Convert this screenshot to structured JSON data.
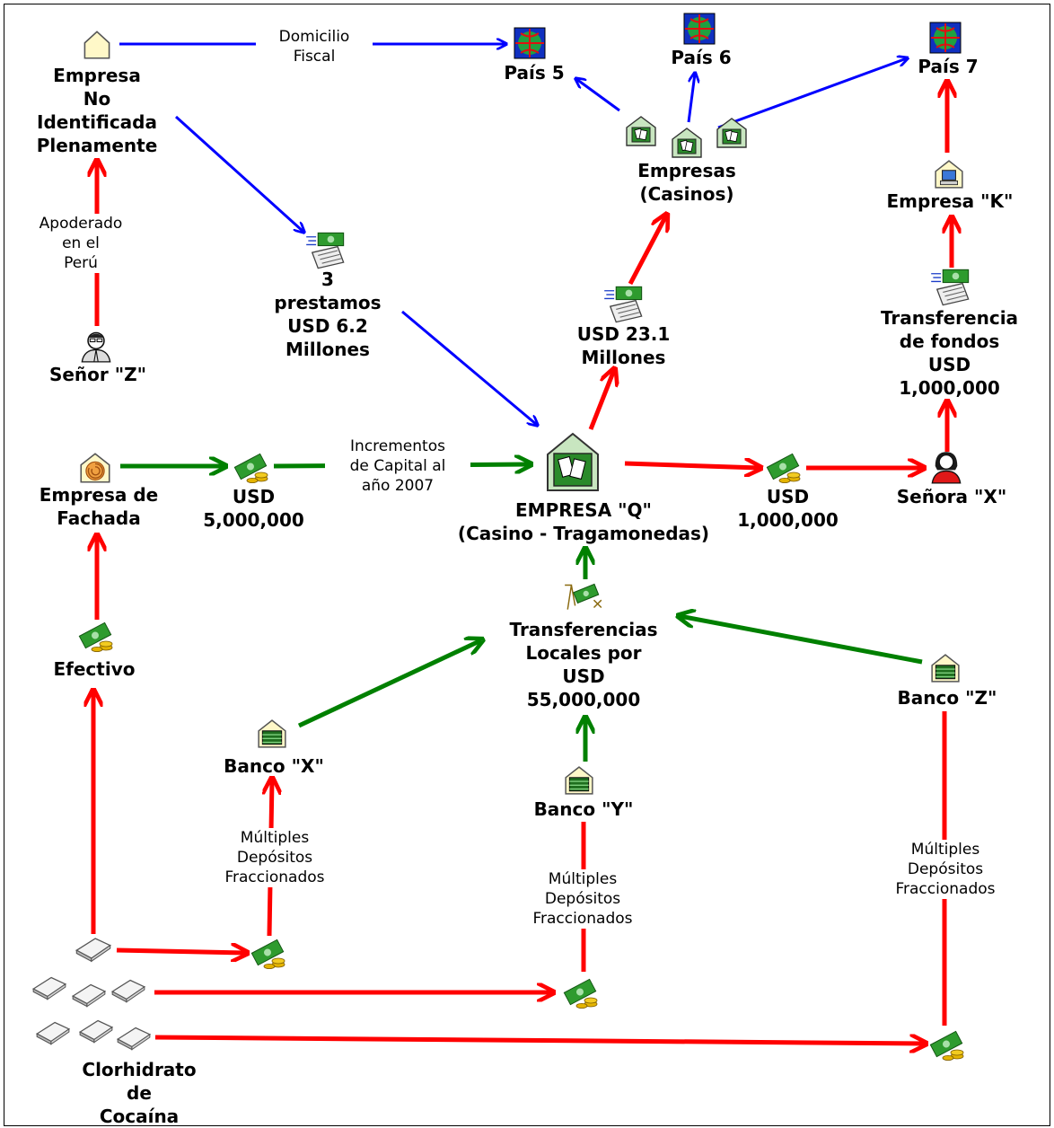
{
  "colors": {
    "red": "#ff0000",
    "blue": "#0000ff",
    "green": "#008000",
    "icon_green": "#1a9c1a",
    "money": "#2e9b2e",
    "coin": "#e4b400"
  },
  "nodes": {
    "empresa_no_identificada": [
      "Empresa",
      "No",
      "Identificada",
      "Plenamente"
    ],
    "pais5": [
      "País 5"
    ],
    "pais6": [
      "País 6"
    ],
    "pais7": [
      "País 7"
    ],
    "empresas_casinos": [
      "Empresas",
      "(Casinos)"
    ],
    "empresa_k": [
      "Empresa \"K\""
    ],
    "senor_z": [
      "Señor \"Z\""
    ],
    "prestamos": [
      "3",
      "prestamos",
      "USD 6.2",
      "Millones"
    ],
    "usd_23_1": [
      "USD 23.1",
      "Millones"
    ],
    "transferencia_fondos": [
      "Transferencia",
      "de fondos",
      "USD",
      "1,000,000"
    ],
    "empresa_fachada": [
      "Empresa de",
      "Fachada"
    ],
    "usd_5m": [
      "USD",
      "5,000,000"
    ],
    "empresa_q": [
      "EMPRESA \"Q\"",
      "(Casino - Tragamonedas)"
    ],
    "usd_1m": [
      "USD",
      "1,000,000"
    ],
    "senora_x": [
      "Señora \"X\""
    ],
    "efectivo": [
      "Efectivo"
    ],
    "transferencias_locales": [
      "Transferencias",
      "Locales por",
      "USD",
      "55,000,000"
    ],
    "banco_z": [
      "Banco \"Z\""
    ],
    "banco_x": [
      "Banco \"X\""
    ],
    "banco_y": [
      "Banco \"Y\""
    ],
    "clorhidrato": [
      "Clorhidrato",
      "de",
      "Cocaína"
    ]
  },
  "edge_labels": {
    "domicilio_fiscal": [
      "Domicilio",
      "Fiscal"
    ],
    "apoderado": [
      "Apoderado",
      "en el",
      "Perú"
    ],
    "incrementos": [
      "Incrementos",
      "de Capital al",
      "año 2007"
    ],
    "depositos_x": [
      "Múltiples",
      "Depósitos",
      "Fraccionados"
    ],
    "depositos_y": [
      "Múltiples",
      "Depósitos",
      "Fraccionados"
    ],
    "depositos_z": [
      "Múltiples",
      "Depósitos",
      "Fraccionados"
    ]
  },
  "icons": {
    "house": "house-icon",
    "globe": "globe-map-icon",
    "casino": "casino-building-icon",
    "computer": "computer-building-icon",
    "wire": "wire-transfer-icon",
    "money": "money-icon",
    "person_man": "man-avatar-icon",
    "person_woman": "woman-avatar-icon",
    "bank": "bank-icon",
    "shell": "shell-company-icon",
    "drugs": "drug-package-icon",
    "exchange": "money-exchange-icon"
  }
}
